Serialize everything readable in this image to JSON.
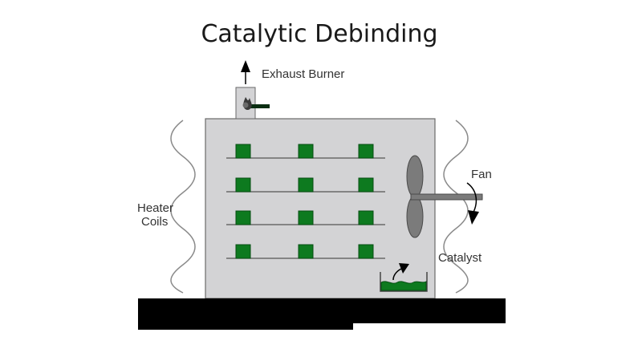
{
  "title": "Catalytic Debinding",
  "labels": {
    "exhaust_burner": "Exhaust Burner",
    "fan": "Fan",
    "heater_coils_line1": "Heater",
    "heater_coils_line2": "Coils",
    "catalyst": "Catalyst"
  },
  "colors": {
    "part_green": "#0d7a1f",
    "part_outline": "#064d12",
    "chamber_fill": "#d3d3d5",
    "chamber_stroke": "#6a6a6a",
    "base_black": "#000000",
    "fan_gray": "#7b7b7b",
    "coil_gray": "#8a8a8a"
  },
  "icons": {
    "burner": "flame-icon",
    "exhaust": "arrow-up-icon",
    "fan_rotation": "curved-arrow-icon",
    "catalyst_vapor": "curved-arrow-icon"
  }
}
